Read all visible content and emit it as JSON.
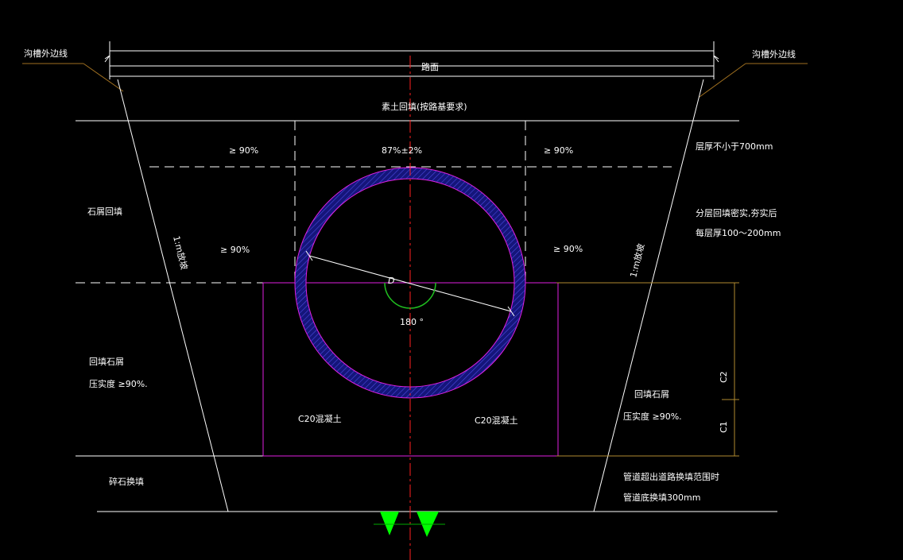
{
  "labels": {
    "trench_edge_left": "沟槽外边线",
    "trench_edge_right": "沟槽外边线",
    "road_surface": "路面",
    "soil_backfill": "素土回填(按路基要求)",
    "compaction_87": "87%±2%",
    "compaction_90_ul": "≥ 90%",
    "compaction_90_ur": "≥ 90%",
    "compaction_90_ml": "≥ 90%",
    "compaction_90_mr": "≥ 90%",
    "layer_thickness": "层厚不小于700mm",
    "layered_note_1": "分层回填密实,夯实后",
    "layered_note_2": "每层厚100～200mm",
    "stone_chip_backfill": "石屑回填",
    "slope_left": "1:m放坡",
    "slope_right": "1:m放坡",
    "pipe_diameter": "D",
    "angle": "180 °",
    "backfill_left_1": "回填石屑",
    "backfill_left_2": "压实度 ≥90%.",
    "backfill_right_1": "回填石屑",
    "backfill_right_2": "压实度 ≥90%.",
    "concrete_left": "C20混凝土",
    "concrete_right": "C20混凝土",
    "gravel_replace": "碎石换填",
    "note_bottom_1": "管道超出道路换填范围时",
    "note_bottom_2": "管道底换填300mm",
    "dim_c2": "C2",
    "dim_c1": "C1"
  },
  "colors": {
    "background": "#000000",
    "linework": "#ffffff",
    "pipe_outline": "#e020e0",
    "pipe_hatch": "#2020a0",
    "centerline": "#ff2020",
    "angle_arc": "#20c020",
    "leader": "#a07020",
    "ground_marker": "#00ff00"
  }
}
